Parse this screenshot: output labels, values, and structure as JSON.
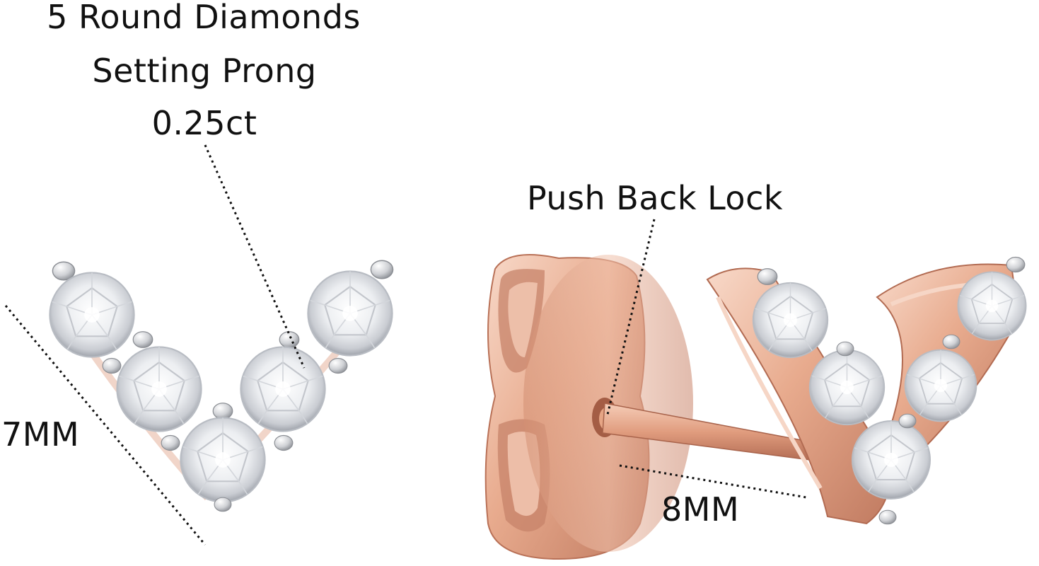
{
  "annotations": {
    "diamond_title_line1": "5 Round Diamonds",
    "diamond_title_line2": "Setting Prong",
    "diamond_title_line3": "0.25ct",
    "height_label": "7MM",
    "lock_label": "Push Back Lock",
    "width_label": "8MM"
  },
  "colors": {
    "rose_gold": "#e7a98c",
    "rose_gold_dark": "#b9715a",
    "rose_gold_light": "#f6d2c0",
    "white_gold_prong": "#d9dadd",
    "diamond": "#f2f2f4",
    "leader_line": "#111111"
  }
}
